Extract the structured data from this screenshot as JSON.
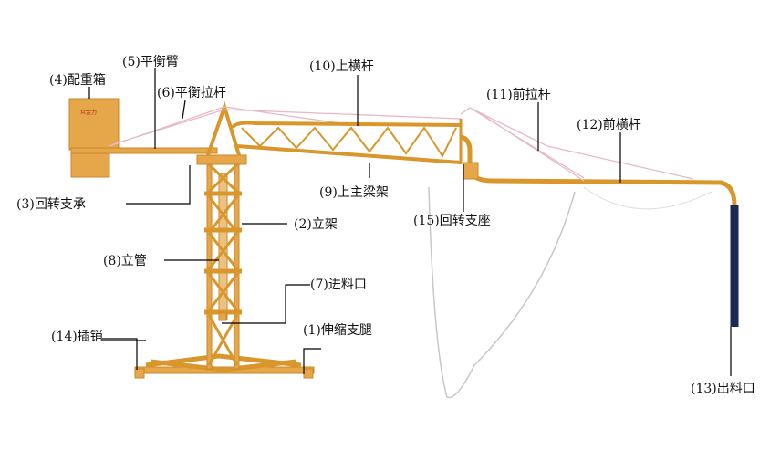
{
  "title": "混凝土布料机结构图",
  "counterweight_brand": "众金力",
  "labels": {
    "l1": "(1)伸缩支腿",
    "l2": "(2)立架",
    "l3": "(3)回转支承",
    "l4": "(4)配重箱",
    "l5": "(5)平衡臂",
    "l6": "(6)平衡拉杆",
    "l7": "(7)进料口",
    "l8": "(8)立管",
    "l9": "(9)上主梁架",
    "l10": "(10)上横杆",
    "l11": "(11)前拉杆",
    "l12": "(12)前横杆",
    "l13": "(13)出料口",
    "l14": "(14)插销",
    "l15": "(15)回转支座"
  },
  "colors": {
    "steel": "#e6a64a",
    "hose": "#1a2a55",
    "tie_rod": "#e7b9c6"
  }
}
